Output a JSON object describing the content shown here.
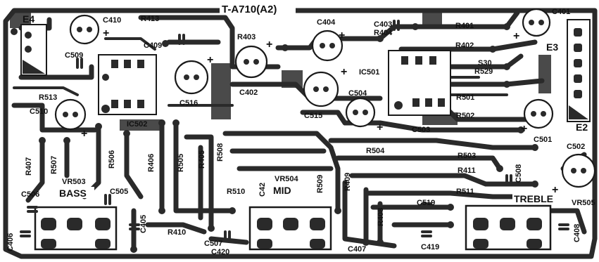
{
  "board": {
    "title": "T-A710(A2)",
    "colors": {
      "copper": "#2a2a2a",
      "paper": "#ffffff",
      "ink": "#111111"
    }
  },
  "labels": {
    "R413": "R413",
    "C410": "C410",
    "E4": "E4",
    "C509": "C509",
    "C409": "C409",
    "R403": "R403",
    "C404": "C404",
    "C403": "C403",
    "R404": "R404",
    "R401": "R401",
    "C401": "C401",
    "R402": "R402",
    "E3": "E3",
    "S30": "S30",
    "R529": "R529",
    "R513": "R513",
    "C510": "C510",
    "C516": "C516",
    "C402": "C402",
    "IC501": "IC501",
    "C504": "C504",
    "R501": "R501",
    "C515": "C515",
    "R502": "R502",
    "E2": "E2",
    "C503": "C503",
    "C501": "C501",
    "C502": "C502",
    "IC502": "IC502",
    "R407": "R407",
    "R507": "R507",
    "R506": "R506",
    "R406": "R406",
    "R505": "R505",
    "R405": "R405",
    "R508": "R508",
    "R504": "R504",
    "R503": "R503",
    "R411": "R411",
    "VR503": "VR503",
    "VR504": "VR504",
    "C508": "C508",
    "C506": "C506",
    "C505": "C505",
    "R510": "R510",
    "C42": "C42",
    "R509": "R509",
    "R409": "R409",
    "R511": "R511",
    "VR505": "VR505",
    "C405": "C405",
    "R410": "R410",
    "C519": "C519",
    "R408": "R408",
    "C406": "C406",
    "C507": "C507",
    "C420": "C420",
    "C407": "C407",
    "C419": "C419",
    "C408": "C408"
  },
  "controls": {
    "bass": "BASS",
    "mid": "MID",
    "treble": "TREBLE"
  }
}
